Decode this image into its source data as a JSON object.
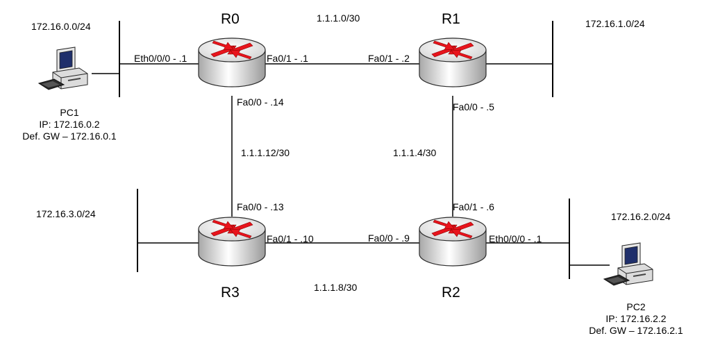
{
  "networks": {
    "lan_pc1": "172.16.0.0/24",
    "lan_r1": "172.16.1.0/24",
    "lan_r3": "172.16.3.0/24",
    "lan_pc2": "172.16.2.0/24"
  },
  "links": {
    "r0_r1": "1.1.1.0/30",
    "r1_r2": "1.1.1.4/30",
    "r2_r3": "1.1.1.8/30",
    "r3_r0": "1.1.1.12/30"
  },
  "routers": [
    {
      "name": "R0",
      "interfaces": {
        "lan": "Eth0/0/0 - .1",
        "to_r1": "Fa0/1 - .1",
        "to_r3": "Fa0/0 - .14"
      }
    },
    {
      "name": "R1",
      "interfaces": {
        "to_r0": "Fa0/1 - .2",
        "to_r2": "Fa0/0 - .5"
      }
    },
    {
      "name": "R2",
      "interfaces": {
        "to_r1": "Fa0/1 - .6",
        "to_r3": "Fa0/0 - .9",
        "lan": "Eth0/0/0 - .1"
      }
    },
    {
      "name": "R3",
      "interfaces": {
        "to_r0": "Fa0/0 - .13",
        "to_r2": "Fa0/1 - .10"
      }
    }
  ],
  "pcs": [
    {
      "name": "PC1",
      "ip": "IP: 172.16.0.2",
      "gw": "Def. GW – 172.16.0.1"
    },
    {
      "name": "PC2",
      "ip": "IP: 172.16.2.2",
      "gw": "Def. GW – 172.16.2.1"
    }
  ],
  "colors": {
    "router_arrow": "#e8141c",
    "router_body": "#d9d9d9",
    "line": "#000000"
  },
  "icons": {
    "router": "router-icon",
    "pc": "desktop-pc-icon"
  }
}
